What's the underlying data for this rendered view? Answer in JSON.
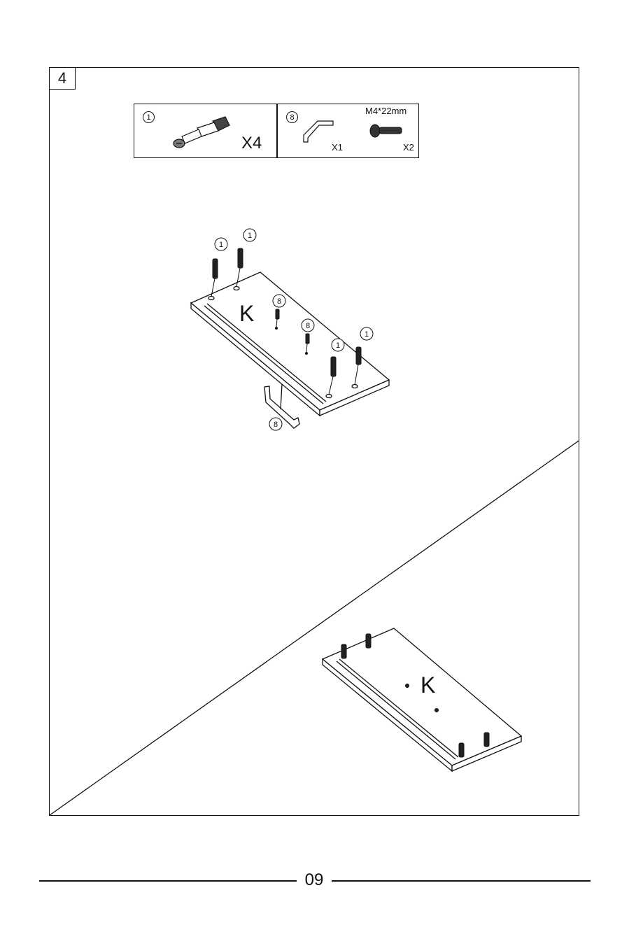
{
  "step": {
    "number": "4"
  },
  "parts": [
    {
      "callout": "1",
      "quantity": "X4",
      "icon": "cam-dowel-icon"
    },
    {
      "callout": "8",
      "quantity": "X1",
      "icon": "handle-icon"
    },
    {
      "spec": "M4*22mm",
      "quantity": "X2",
      "icon": "screw-icon"
    }
  ],
  "diagram": {
    "panel_label": "K",
    "callouts": [
      "1",
      "1",
      "8",
      "8",
      "1",
      "1",
      "8"
    ],
    "result_panel_label": "K"
  },
  "footer": {
    "page_number": "09"
  }
}
